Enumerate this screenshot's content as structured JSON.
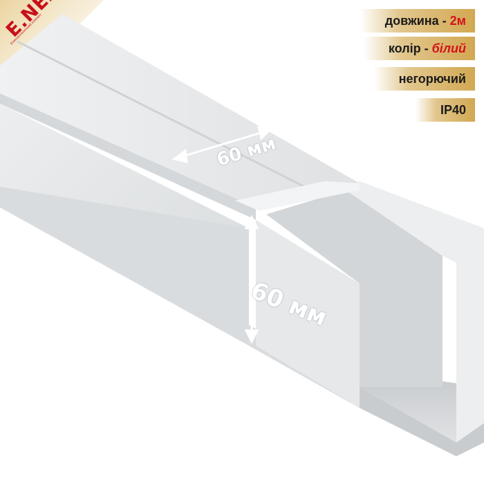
{
  "brand": {
    "logo_text": "E.NEXT",
    "logo_subtext": "Електротехнічний інтелект"
  },
  "specs": {
    "length_label": "довжина - ",
    "length_value": "2м",
    "color_label": "колір - ",
    "color_value": "білий",
    "fire_label": "негорючий",
    "ip_label": "IP40"
  },
  "dimensions": {
    "width_label": "60 мм",
    "height_label": "60 мм"
  },
  "colors": {
    "accent": "#d3121a",
    "tag_gold": "#d2a852",
    "duct_body": "#e4e6e8",
    "duct_shadow": "#c4c7ca"
  }
}
